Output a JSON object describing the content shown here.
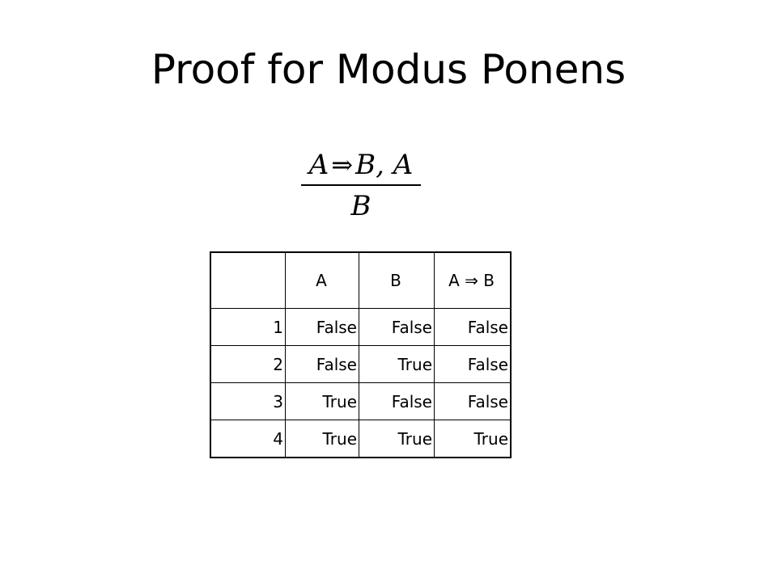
{
  "title": "Proof for Modus Ponens",
  "rule": {
    "premise_left": "A",
    "implies_symbol": "⇒",
    "premise_right": "B, A",
    "conclusion": "B"
  },
  "table": {
    "headers": [
      "",
      "A",
      "B",
      "A ⇒ B"
    ],
    "rows": [
      [
        "1",
        "False",
        "False",
        "False"
      ],
      [
        "2",
        "False",
        "True",
        "False"
      ],
      [
        "3",
        "True",
        "False",
        "False"
      ],
      [
        "4",
        "True",
        "True",
        "True"
      ]
    ]
  }
}
